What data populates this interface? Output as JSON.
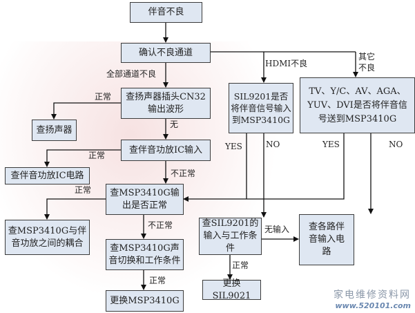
{
  "nodes": {
    "start": "伴音不良",
    "confirm": "确认不良通道",
    "check_cn32": "查扬声器插头CN32输出波形",
    "check_speaker": "查扬声器",
    "check_amp_input": "查伴音功放IC输入",
    "check_amp_circuit": "查伴音功放IC电路",
    "check_msp_output": "查MSP3410G输出是否正常",
    "check_coupling": "查MSP3410G与伴音功放之间的耦合",
    "check_msp_switch": "查MSP3410G声音切换和工作条件",
    "replace_msp": "更换MSP3410G",
    "sil_question": "SIL9201是否将伴音信号输入到MSP3410G",
    "tv_question": "TV、Y/C、AV、AGA、YUV、DVI是否将伴音信号送到MSP3410G",
    "check_sil_input": "查SIL9201的输入与工作条件",
    "replace_sil": "更换SIL9021",
    "check_inputs": "查各路伴音输入电路"
  },
  "edge_labels": {
    "all_bad": "全部通道不良",
    "hdmi_bad": "HDMI不良",
    "other_bad": "其它不良",
    "normal1": "正常",
    "none": "无",
    "normal2": "正常",
    "abnormal1": "不正常",
    "normal3": "正常",
    "abnormal2": "不正常",
    "normal4": "正常",
    "sil_yes": "YES",
    "sil_no": "NO",
    "tv_yes": "YES",
    "tv_no": "NO",
    "no_input": "无输入",
    "normal5": "正常"
  },
  "watermark": {
    "text": "家电维修资料网",
    "url": "www.520101.com"
  },
  "colors": {
    "box_fill": "#dfe7f2",
    "line": "#111111"
  }
}
